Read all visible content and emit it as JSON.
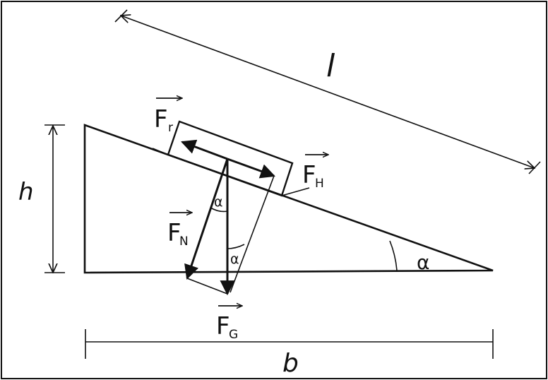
{
  "labels": {
    "length": "l",
    "height": "h",
    "base": "b",
    "angle_main": "α",
    "angle_normal": "α",
    "angle_gravity": "α",
    "force_friction": {
      "letter": "F",
      "sub": "r"
    },
    "force_downhill": {
      "letter": "F",
      "sub": "H"
    },
    "force_normal": {
      "letter": "F",
      "sub": "N"
    },
    "force_gravity": {
      "letter": "F",
      "sub": "G"
    }
  },
  "colors": {
    "ink": "#111111",
    "background": "#ffffff"
  }
}
